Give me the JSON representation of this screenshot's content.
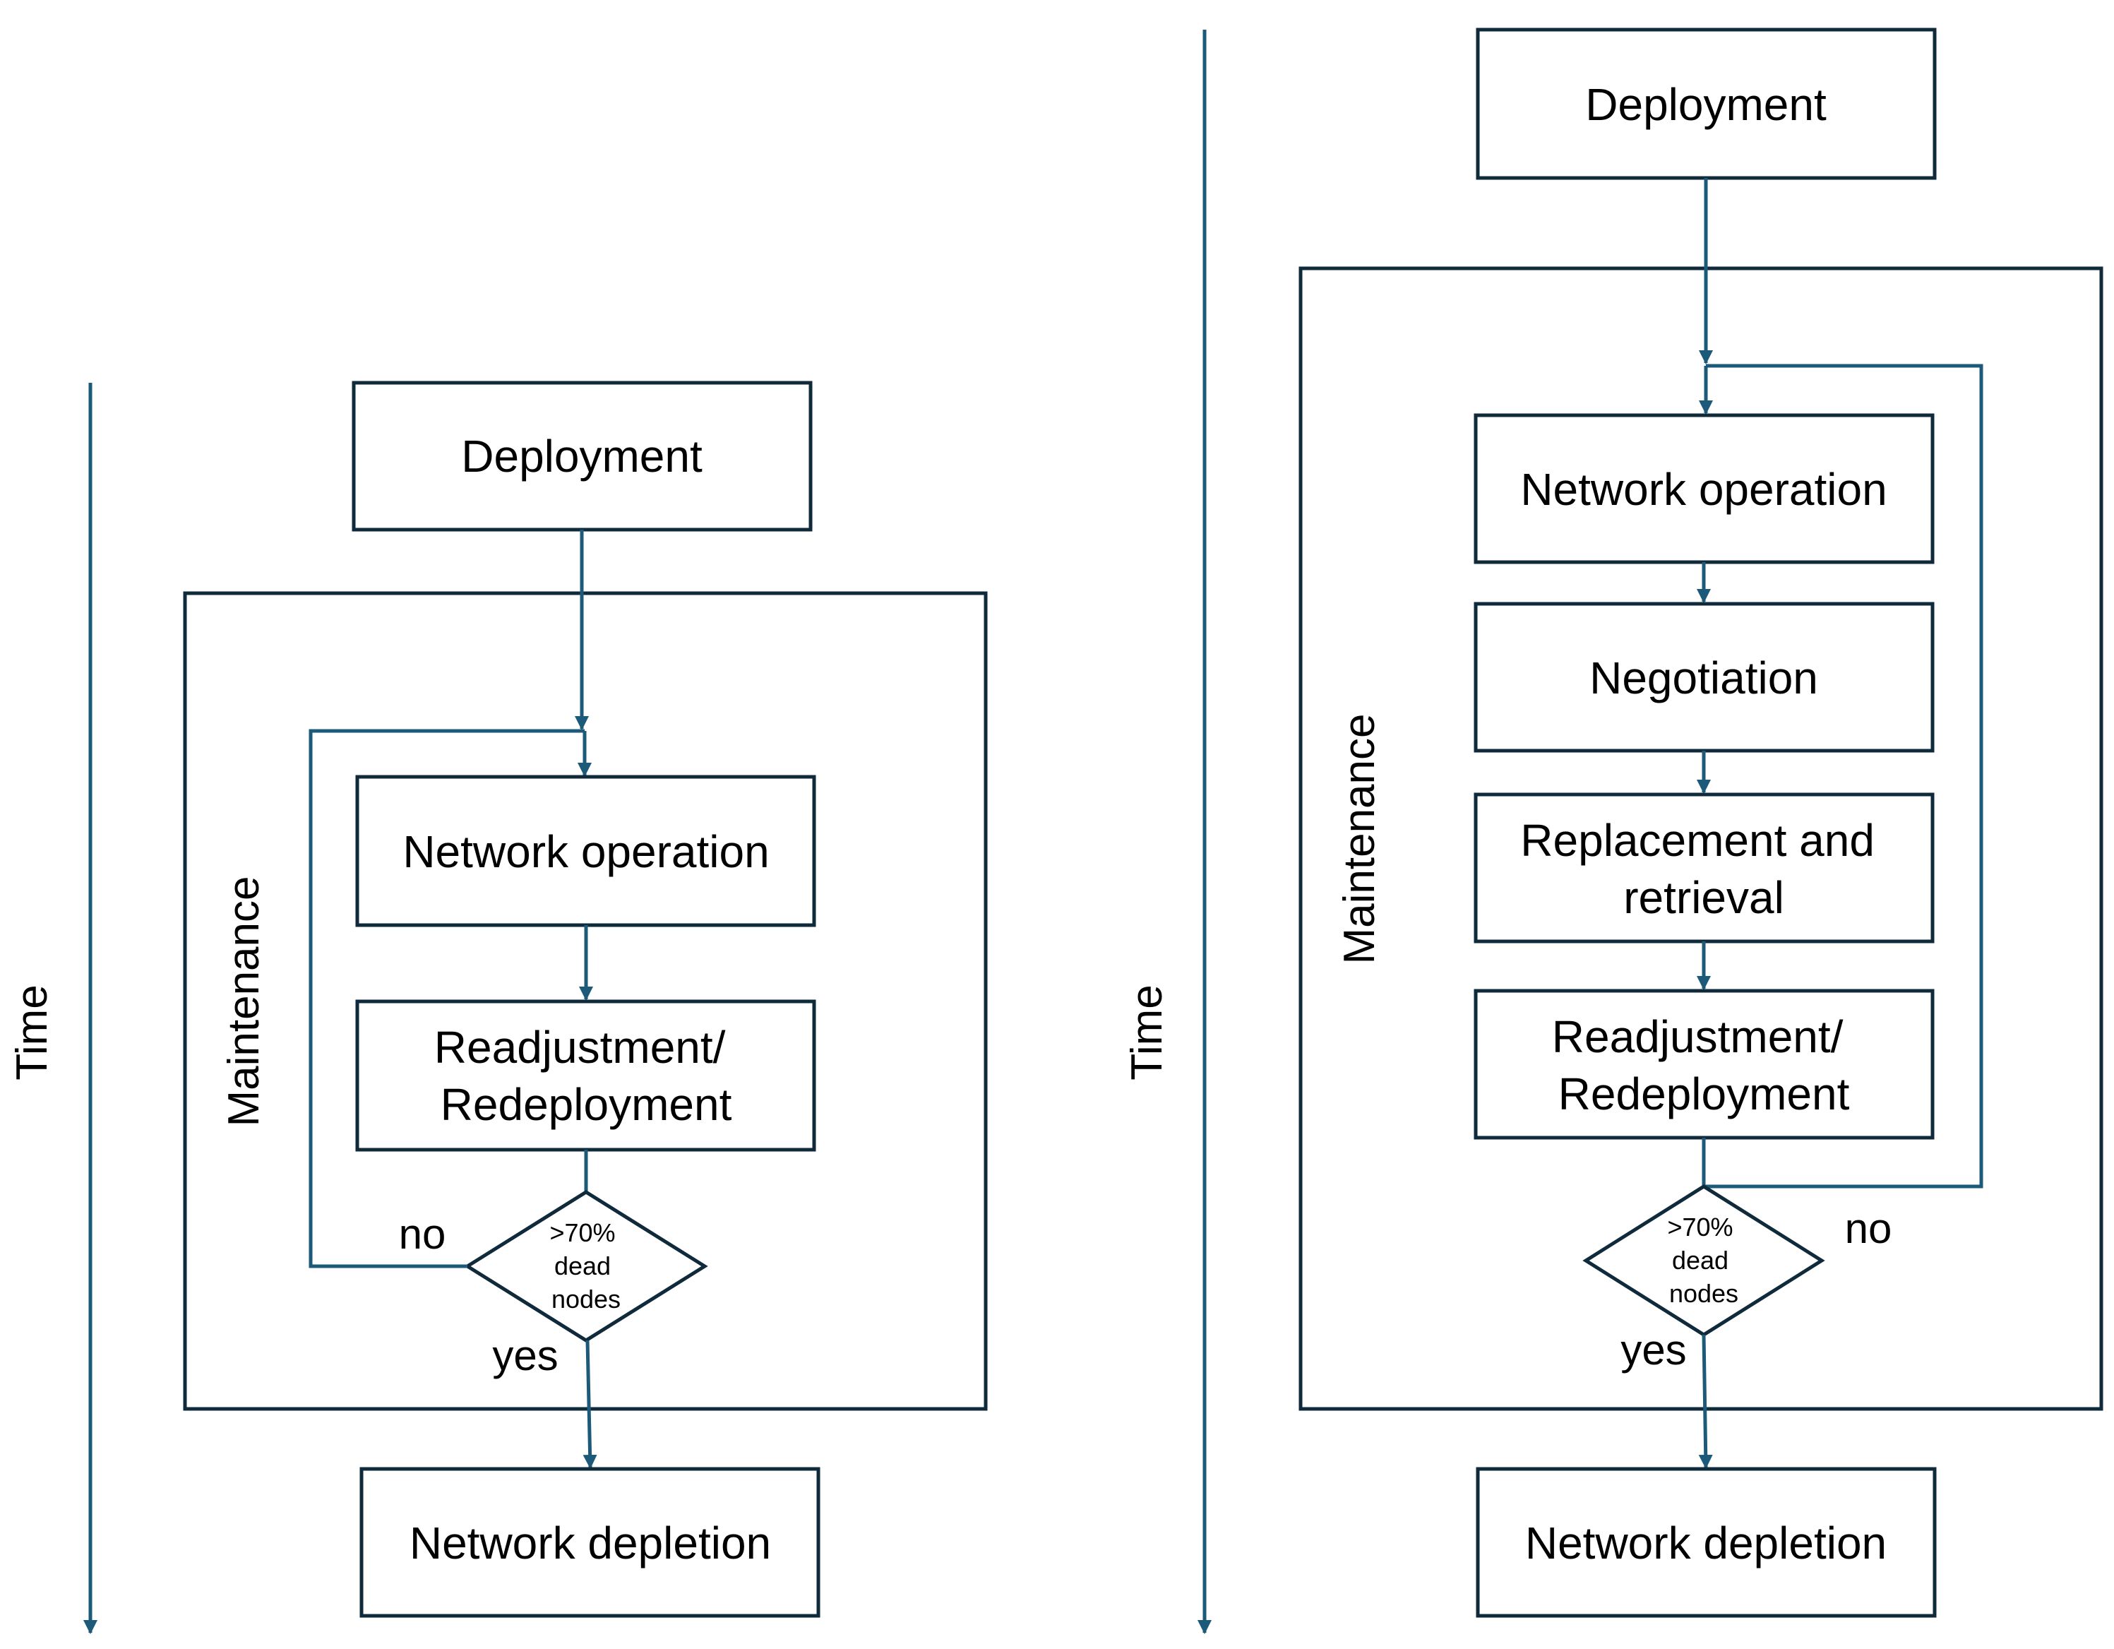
{
  "colors": {
    "box_stroke": "#0f2a3b",
    "arrow": "#1d5a7a",
    "text": "#000000",
    "background": "#ffffff"
  },
  "left": {
    "time_label": "Time",
    "maintenance_label": "Maintenance",
    "deployment": "Deployment",
    "network_operation": "Network operation",
    "readjustment": [
      "Readjustment/",
      "Redeployment"
    ],
    "decision": [
      ">70%",
      "dead",
      "nodes"
    ],
    "no_label": "no",
    "yes_label": "yes",
    "network_depletion": "Network depletion"
  },
  "right": {
    "time_label": "Time",
    "maintenance_label": "Maintenance",
    "deployment": "Deployment",
    "network_operation": "Network operation",
    "negotiation": "Negotiation",
    "replacement": [
      "Replacement and",
      "retrieval"
    ],
    "readjustment": [
      "Readjustment/",
      "Redeployment"
    ],
    "decision": [
      ">70%",
      "dead",
      "nodes"
    ],
    "no_label": "no",
    "yes_label": "yes",
    "network_depletion": "Network depletion"
  }
}
